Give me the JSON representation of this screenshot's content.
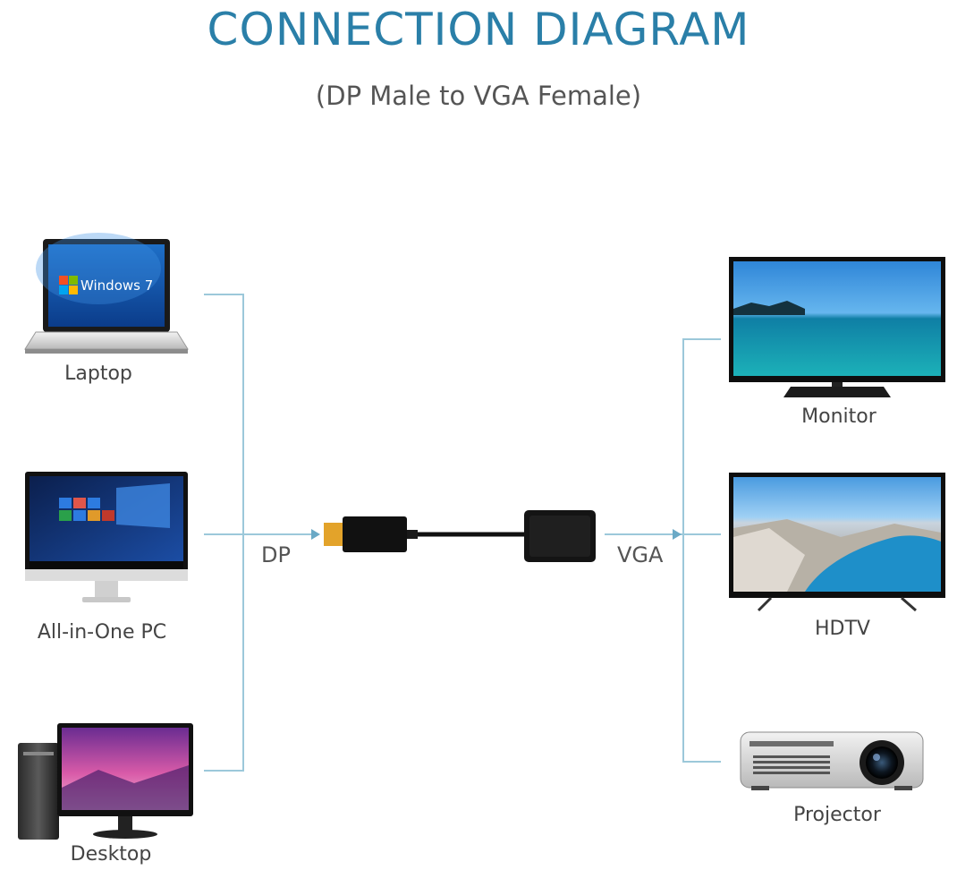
{
  "title": "CONNECTION DIAGRAM",
  "subtitle": "(DP Male to VGA Female)",
  "sources": {
    "laptop": {
      "label": "Laptop",
      "screen_text": "Windows 7"
    },
    "all_in_one": {
      "label": "All-in-One PC"
    },
    "desktop": {
      "label": "Desktop"
    }
  },
  "destinations": {
    "monitor": {
      "label": "Monitor"
    },
    "hdtv": {
      "label": "HDTV"
    },
    "projector": {
      "label": "Projector"
    }
  },
  "adapter": {
    "left_port": "DP",
    "right_port": "VGA"
  },
  "colors": {
    "accent": "#2a7fa8",
    "line": "#9cc8da"
  }
}
